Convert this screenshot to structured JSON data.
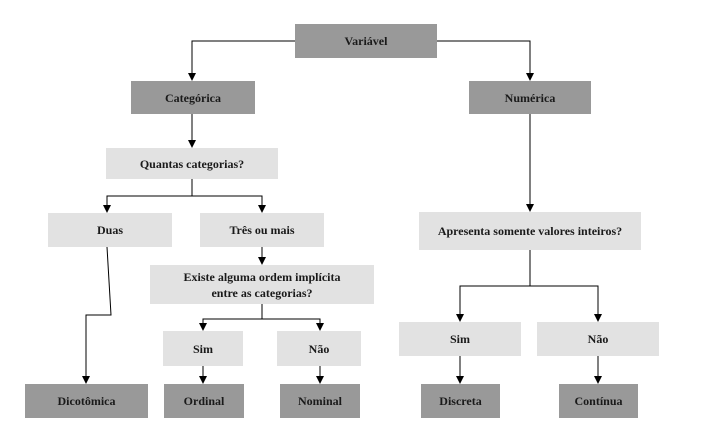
{
  "colors": {
    "dark_box": "#999999",
    "light_box": "#e2e2e2",
    "line": "#000000",
    "text": "#1a1a1a"
  },
  "nodes": {
    "variavel": "Variável",
    "categorica": "Categórica",
    "numerica": "Numérica",
    "quantas_categorias": "Quantas categorias?",
    "duas": "Duas",
    "tres_ou_mais": "Três ou mais",
    "ordem_line1": "Existe alguma ordem implícita",
    "ordem_line2": "entre as categorias?",
    "sim_cat": "Sim",
    "nao_cat": "Não",
    "dicotomica": "Dicotômica",
    "ordinal": "Ordinal",
    "nominal": "Nominal",
    "inteiros": "Apresenta somente valores inteiros?",
    "sim_num": "Sim",
    "nao_num": "Não",
    "discreta": "Discreta",
    "continua": "Contínua"
  }
}
